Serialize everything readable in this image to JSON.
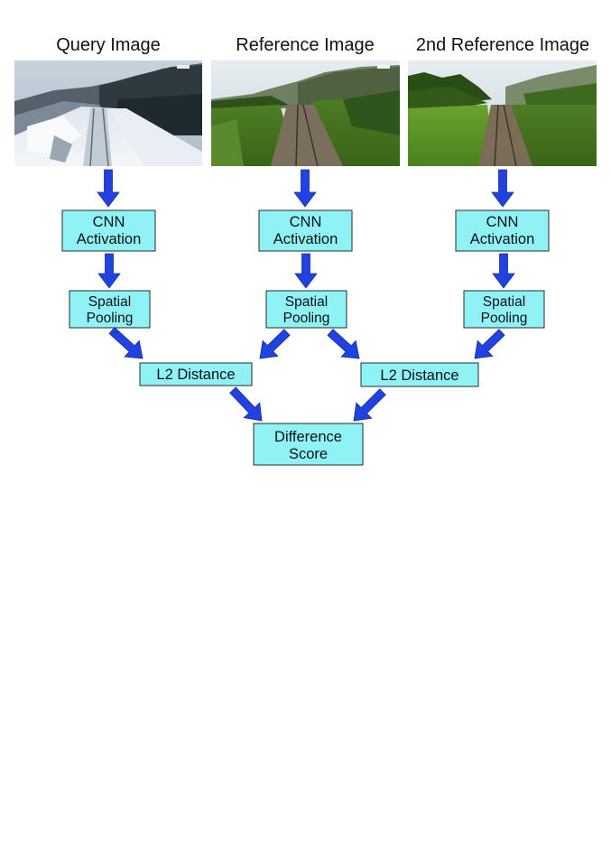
{
  "colors": {
    "box_fill": "#8ff2f5",
    "box_stroke": "#2a2a2a",
    "arrow": "#2142e0",
    "background": "#ffffff"
  },
  "columns": [
    {
      "heading": "Query Image",
      "image_scene": "snowy-railway-photo",
      "cnn_label": [
        "CNN",
        "Activation"
      ],
      "pooling_label": [
        "Spatial",
        "Pooling"
      ]
    },
    {
      "heading": "Reference Image",
      "image_scene": "summer-railway-photo",
      "cnn_label": [
        "CNN",
        "Activation"
      ],
      "pooling_label": [
        "Spatial",
        "Pooling"
      ]
    },
    {
      "heading": "2nd Reference Image",
      "image_scene": "summer-railway-photo-2",
      "cnn_label": [
        "CNN",
        "Activation"
      ],
      "pooling_label": [
        "Spatial",
        "Pooling"
      ]
    }
  ],
  "distances": [
    {
      "label": "L2 Distance"
    },
    {
      "label": "L2 Distance"
    }
  ],
  "result": {
    "label": [
      "Difference",
      "Score"
    ]
  }
}
